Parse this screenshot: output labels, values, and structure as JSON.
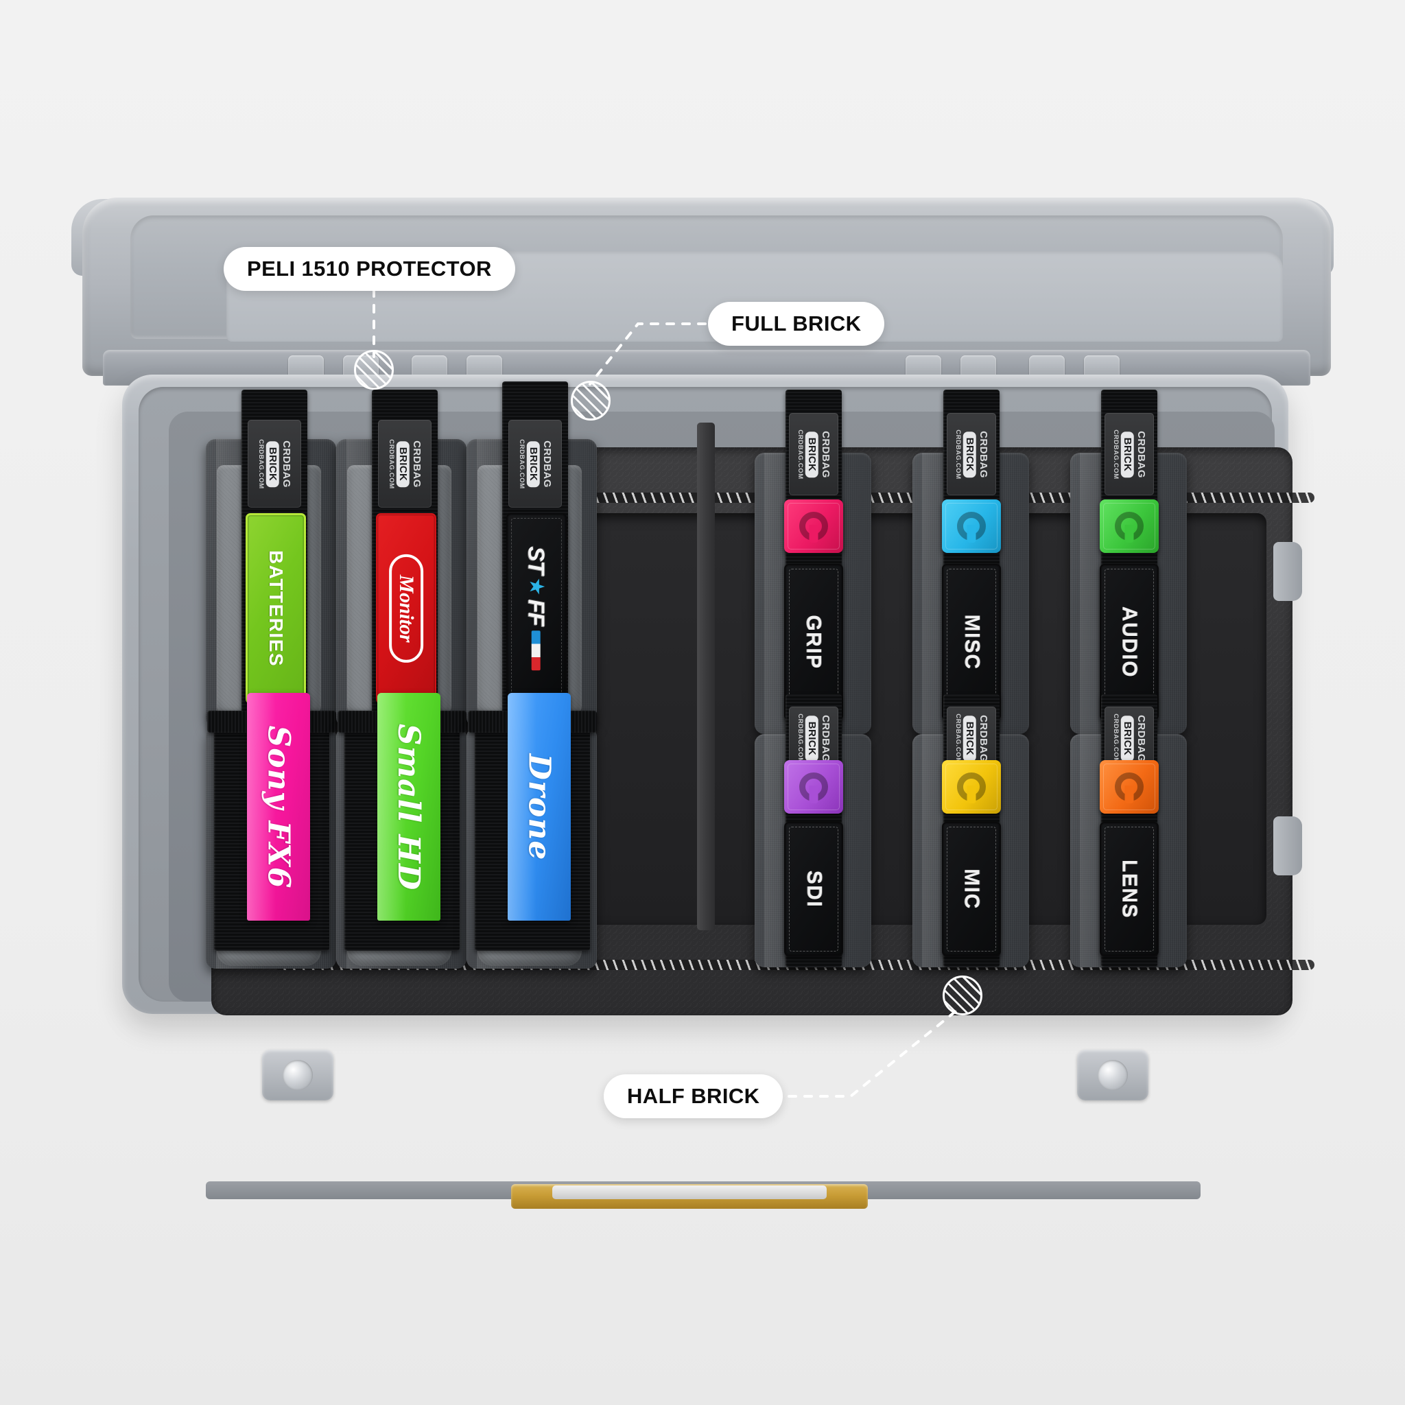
{
  "scene": {
    "product": "CRDBAG Brick organiser system inside a Peli 1510 Protector case"
  },
  "callouts": [
    {
      "id": "peli",
      "label": "PELI 1510 PROTECTOR",
      "marker_icon": "hatched-circle-marker"
    },
    {
      "id": "full",
      "label": "FULL BRICK",
      "marker_icon": "hatched-circle-marker"
    },
    {
      "id": "half",
      "label": "HALF BRICK",
      "marker_icon": "hatched-circle-marker"
    }
  ],
  "brand_tag": {
    "brand": "CRDBAG",
    "product": "BRICK",
    "url": "CRDBAG.COM"
  },
  "full_bricks": {
    "section_name": "full-brick-section",
    "top_row": [
      {
        "id": "batteries",
        "patch_style": "green",
        "label": "BATTERIES",
        "color": "#74c61e"
      },
      {
        "id": "monitor",
        "patch_style": "red",
        "label": "Monitor",
        "color": "#d41216"
      },
      {
        "id": "stuff",
        "patch_style": "stuff",
        "label": "ST",
        "label2": "FF",
        "star": "★",
        "color": "#101113"
      }
    ],
    "bottom_row": [
      {
        "id": "sony-fx6",
        "label": "Sony FX6",
        "color": "#f5169b"
      },
      {
        "id": "small-hd",
        "label": "Small HD",
        "color": "#54d427"
      },
      {
        "id": "drone",
        "label": "Drone",
        "color": "#2f8cf0"
      }
    ]
  },
  "half_bricks": {
    "section_name": "half-brick-section",
    "top_row": [
      {
        "id": "grip",
        "label": "GRIP",
        "tab_color": "#ec1a63"
      },
      {
        "id": "misc",
        "label": "MISC",
        "tab_color": "#27b6e8"
      },
      {
        "id": "audio",
        "label": "AUDIO",
        "tab_color": "#3cc63c"
      }
    ],
    "bottom_row": [
      {
        "id": "sdi",
        "label": "SDI",
        "tab_color": "#a84fd6"
      },
      {
        "id": "mic",
        "label": "MIC",
        "tab_color": "#f2c40c"
      },
      {
        "id": "lens",
        "label": "LENS",
        "tab_color": "#f36a15"
      }
    ]
  }
}
